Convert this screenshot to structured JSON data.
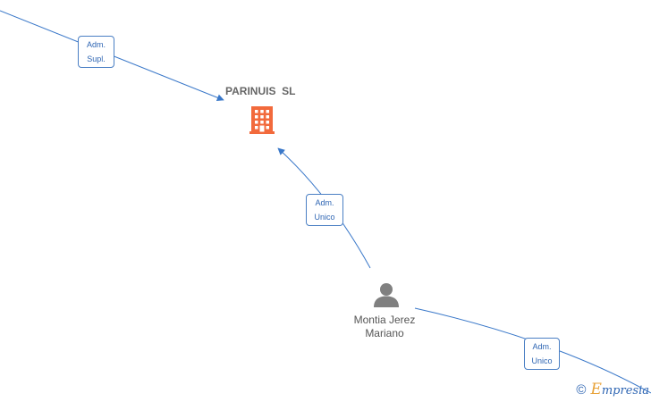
{
  "nodes": {
    "company": {
      "name": "PARINUIS  SL",
      "icon": "building-icon",
      "color": "#f26a3c"
    },
    "person": {
      "name_line1": "Montia Jerez",
      "name_line2": "Mariano",
      "icon": "person-icon",
      "color": "#808080"
    }
  },
  "edges": [
    {
      "id": "adm-supl",
      "line1": "Adm.",
      "line2": "Supl."
    },
    {
      "id": "adm-unico-person",
      "line1": "Adm.",
      "line2": "Unico"
    },
    {
      "id": "adm-unico-offscreen",
      "line1": "Adm.",
      "line2": "Unico"
    }
  ],
  "edge_color": "#3a78c9",
  "footer": {
    "copyright_symbol": "©",
    "brand_initial": "E",
    "brand_rest": "mpresia"
  }
}
